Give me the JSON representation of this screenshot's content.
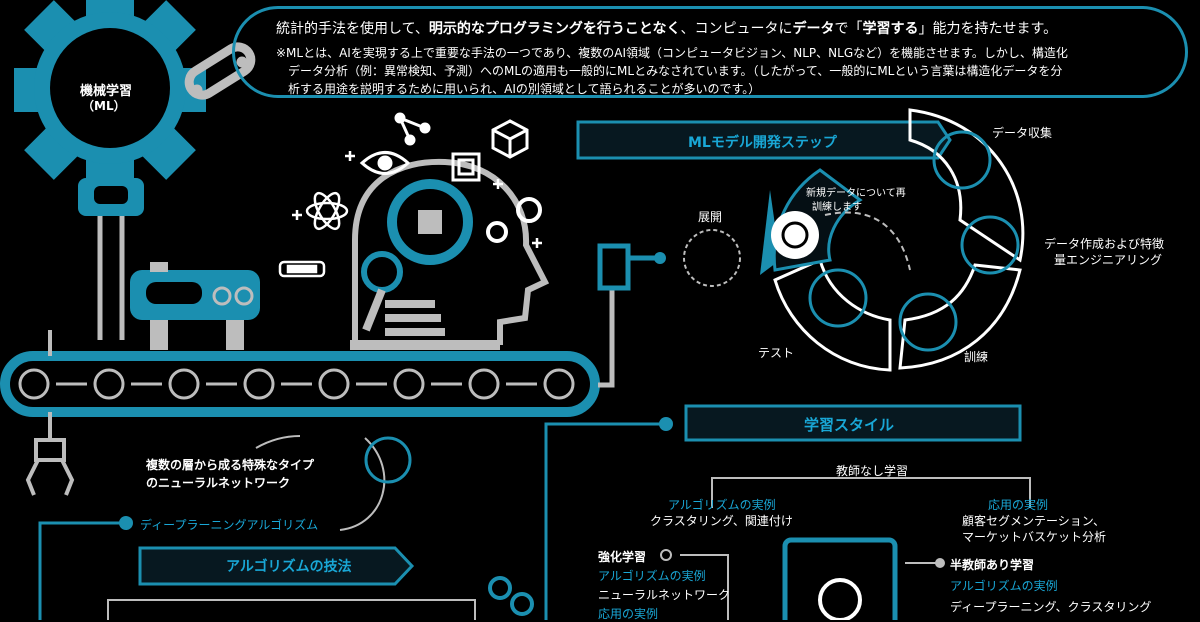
{
  "header": {
    "line1_a": "統計的手法を使用して、",
    "line1_b": "明示的なプログラミングを行うことなく",
    "line1_c": "、コンピュータに",
    "line1_d": "データ",
    "line1_e": "で「",
    "line1_f": "学習する",
    "line1_g": "」能力を持たせます。",
    "note1": "※MLとは、AIを実現する上で重要な手法の一つであり、複数のAI領域（コンピュータビジョン、NLP、NLGなど）を機能させます。しかし、構造化",
    "note2": "データ分析（例：異常検知、予測）へのMLの適用も一般的にMLとみなされています。（したがって、一般的にMLという言葉は構造化データを分",
    "note3": "析する用途を説明するために用いられ、AIの別領域として語られることが多いのです。）"
  },
  "gear_label": {
    "line1": "機械学習",
    "line2": "（ML）"
  },
  "steps": {
    "title": "MLモデル開発ステップ",
    "data_collection": "データ収集",
    "data_prep_1": "データ作成および特徴",
    "data_prep_2": "量エンジニアリング",
    "training": "訓練",
    "test": "テスト",
    "deploy": "展開",
    "retrain_1": "新規データについて再",
    "retrain_2": "訓練します"
  },
  "styles": {
    "title": "学習スタイル",
    "unsupervised": "教師なし学習",
    "algo_example": "アルゴリズムの実例",
    "unsup_algo": "クラスタリング、関連付け",
    "app_example": "応用の実例",
    "unsup_app_1": "顧客セグメンテーション、",
    "unsup_app_2": "マーケットバスケット分析",
    "reinforcement": "強化学習",
    "rl_algo": "ニューラルネットワーク",
    "semi": "半教師あり学習",
    "semi_algo": "ディープラーニング、クラスタリング"
  },
  "deep": {
    "desc1": "複数の層から成る特殊なタイプ",
    "desc2": "のニューラルネットワーク",
    "label": "ディープラーニングアルゴリズム"
  },
  "algo_tech": {
    "title": "アルゴリズムの技法"
  },
  "colors": {
    "accent": "#1b8fb0",
    "accent_text": "#19a7d6",
    "gray": "#bdbdbd"
  }
}
